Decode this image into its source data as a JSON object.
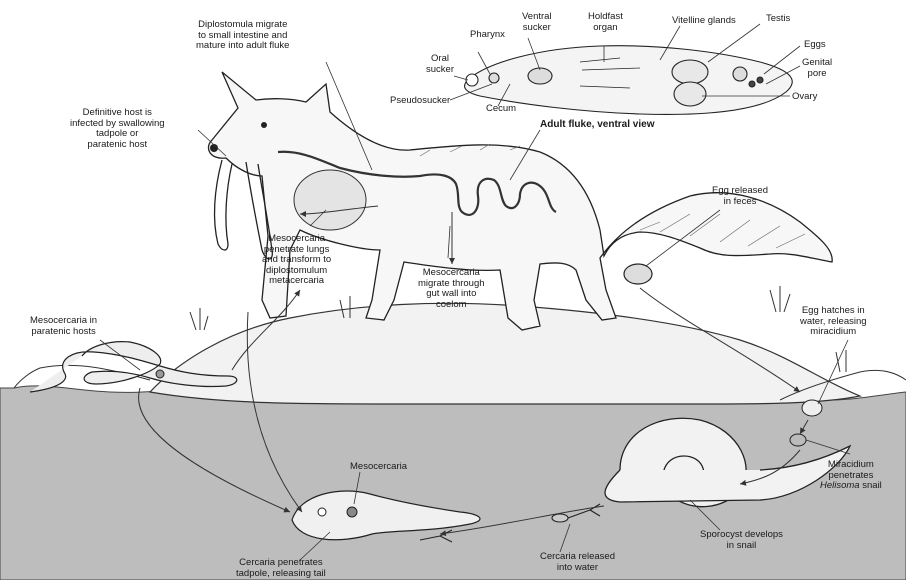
{
  "labels": {
    "diplostomula": [
      "Diplostomula migrate",
      "to small intestine and",
      "mature into adult fluke"
    ],
    "definitive_host": [
      "Definitive host is",
      "infected by swallowing",
      "tadpole or",
      "paratenic host"
    ],
    "meso_lungs": [
      "Mesocercaria",
      "penetrate lungs",
      "and transform to",
      "diplostomulum",
      "metacercaria"
    ],
    "meso_gut": [
      "Mesocercaria",
      "migrate through",
      "gut wall into",
      "coelom"
    ],
    "egg_released": [
      "Egg released",
      "in feces"
    ],
    "meso_paratenic": [
      "Mesocercaria in",
      "paratenic hosts"
    ],
    "egg_hatches": [
      "Egg hatches in",
      "water, releasing",
      "miracidium"
    ],
    "miracidium": [
      "Miracidium",
      "penetrates",
      "snail"
    ],
    "miracidium_genus": "Helisoma",
    "sporocyst": [
      "Sporocyst develops",
      "in snail"
    ],
    "cercaria_released": [
      "Cercaria released",
      "into water"
    ],
    "mesocercaria": "Mesocercaria",
    "cercaria_penetrates": [
      "Cercaria penetrates",
      "tadpole, releasing tail"
    ]
  },
  "fluke_labels": {
    "oral_sucker": [
      "Oral",
      "sucker"
    ],
    "pharynx": "Pharynx",
    "ventral_sucker": [
      "Ventral",
      "sucker"
    ],
    "holdfast": [
      "Holdfast",
      "organ"
    ],
    "vitelline": "Vitelline glands",
    "testis": "Testis",
    "eggs": "Eggs",
    "genital_pore": [
      "Genital",
      "pore"
    ],
    "ovary": "Ovary",
    "pseudosucker": "Pseudosucker",
    "cecum": "Cecum",
    "caption": "Adult fluke, ventral view"
  }
}
